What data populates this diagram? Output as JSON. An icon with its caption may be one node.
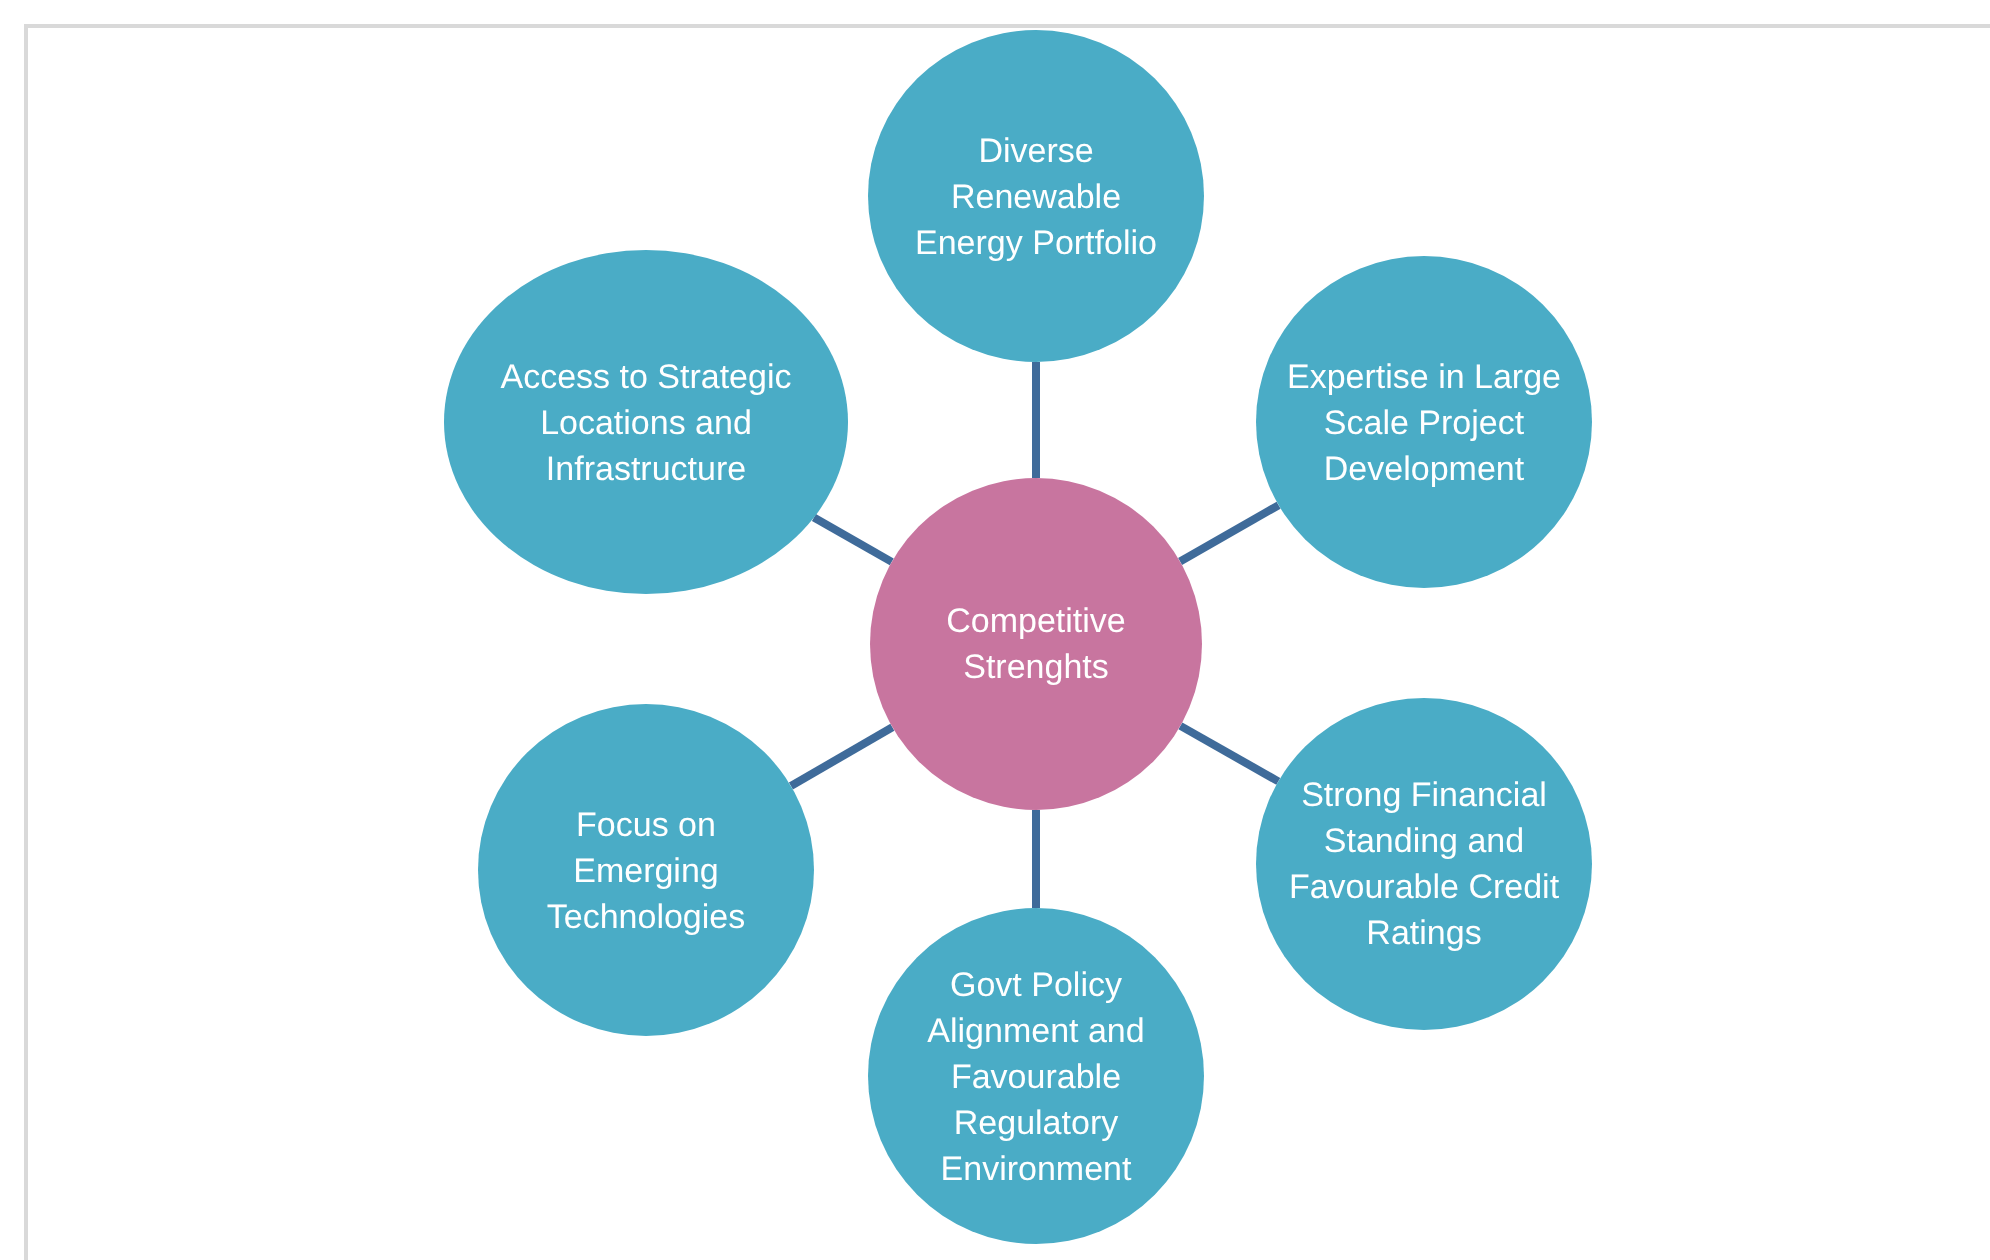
{
  "diagram": {
    "nodes": [
      {
        "text": [
          "Competitive Strenghts"
        ]
      },
      {
        "text": [
          "Diverse Renewable Energy Portfolio"
        ]
      },
      {
        "text": [
          "Expertise in Large Scale Project Development"
        ]
      },
      {
        "text": [
          "Strong Financial Standing and Favourable Credit Ratings"
        ]
      },
      {
        "text": [
          "Govt Policy Alignment and Favourable Regulatory Environment"
        ]
      },
      {
        "text": [
          "Focus on Emerging Technologies"
        ]
      },
      {
        "text": [
          "Access to Strategic Locations and Infrastructure"
        ]
      }
    ],
    "edges": [
      {
        "from": 0,
        "to": 1,
        "arrow": "none"
      },
      {
        "from": 0,
        "to": 2,
        "arrow": "none"
      },
      {
        "from": 0,
        "to": 3,
        "arrow": "none"
      },
      {
        "from": 0,
        "to": 4,
        "arrow": "none"
      },
      {
        "from": 0,
        "to": 5,
        "arrow": "none"
      },
      {
        "from": 0,
        "to": 6,
        "arrow": "none"
      }
    ]
  }
}
